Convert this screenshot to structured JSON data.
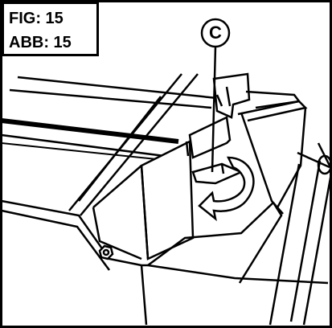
{
  "figure": {
    "label_fig": "FIG: 15",
    "label_abb": "ABB: 15",
    "callout": "C"
  },
  "colors": {
    "stroke": "#000000",
    "background": "#ffffff"
  }
}
